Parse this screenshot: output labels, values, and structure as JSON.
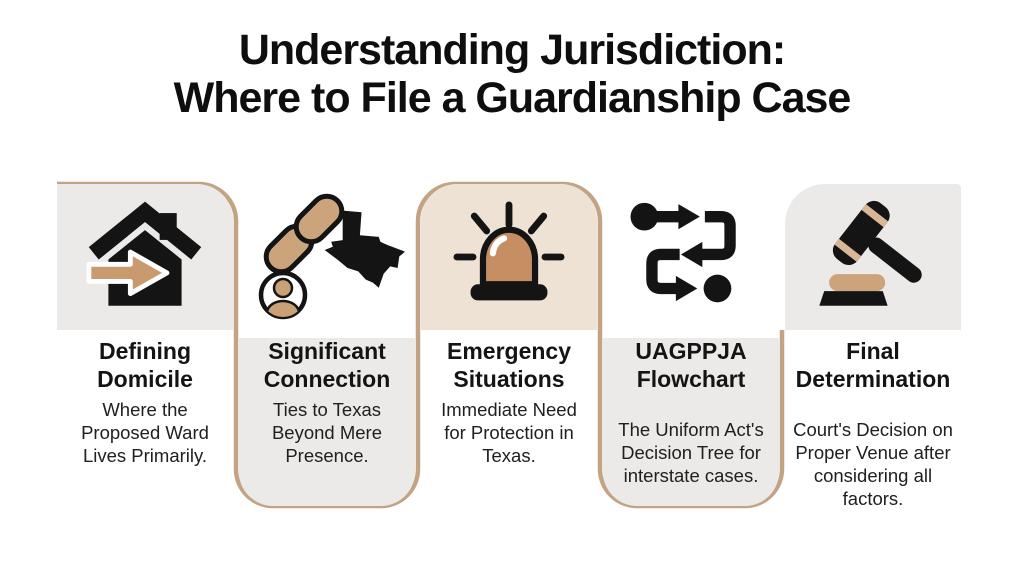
{
  "heading": {
    "line1": "Understanding Jurisdiction:",
    "line2": "Where to File a Guardianship Case"
  },
  "panels": [
    {
      "title": "Defining Domicile",
      "description": "Where the Proposed Ward Lives Primarily.",
      "icon": "house-arrow-icon"
    },
    {
      "title": "Significant Connection",
      "description": "Ties to Texas Beyond Mere Presence.",
      "icon": "chain-texas-person-icon"
    },
    {
      "title": "Emergency Situations",
      "description": "Immediate Need for Protection in Texas.",
      "icon": "siren-icon"
    },
    {
      "title": "UAGPPJA Flowchart",
      "description": "The Uniform Act's Decision Tree for interstate cases.",
      "icon": "flowchart-icon"
    },
    {
      "title": "Final Determination",
      "description": "Court's Decision on Proper Venue after considering all factors.",
      "icon": "gavel-icon"
    }
  ],
  "colors": {
    "ribbon": "#c2a485",
    "panel_gray": "#ebeae8",
    "panel_beige": "#ede2d3",
    "icon_black": "#141414",
    "icon_tan": "#c89a6d",
    "heading_text": "#0e0e0e",
    "body_text": "#202020"
  }
}
